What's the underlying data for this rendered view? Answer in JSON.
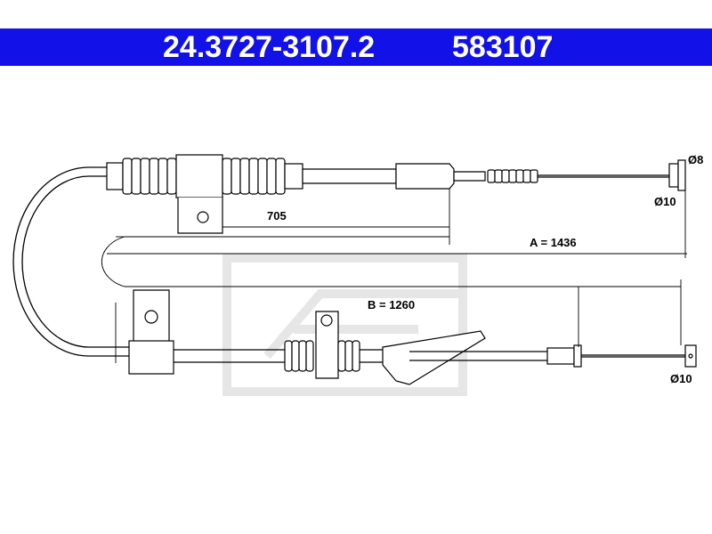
{
  "header": {
    "part_number": "24.3727-3107.2",
    "reference": "583107",
    "background": "#1111e8",
    "text_color": "#ffffff"
  },
  "dimensions": {
    "upper_end_diameter_top": "Ø8",
    "upper_end_diameter_bottom": "Ø10",
    "sheath_length": "705",
    "total_length": "A = 1436",
    "inner_length": "B = 1260",
    "lower_end_diameter": "Ø10"
  },
  "watermark": {
    "icon": "ate-logo-watermark",
    "color": "#e6e6e6"
  }
}
